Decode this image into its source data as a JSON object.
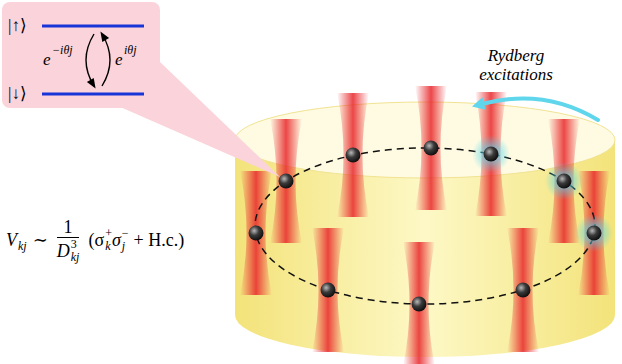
{
  "diagram": {
    "nodes": [
      {
        "text": [
          "|↑⟩",
          "|↓⟩",
          "e",
          "−iθj",
          "e",
          "iθj"
        ]
      }
    ],
    "labels": [
      "V",
      "kj",
      "∼",
      "1",
      "D",
      "3",
      "kj",
      "(σ",
      "+",
      "k",
      "σ",
      "−",
      "j",
      "+ H.c.)",
      "Rydberg excitations"
    ]
  }
}
